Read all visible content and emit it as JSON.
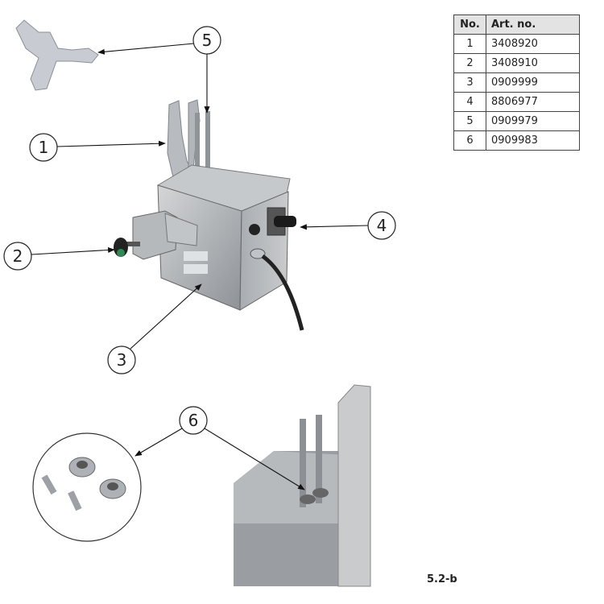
{
  "parts_table": {
    "headers": [
      "No.",
      "Art. no."
    ],
    "rows": [
      [
        "1",
        "3408920"
      ],
      [
        "2",
        "3408910"
      ],
      [
        "3",
        "0909999"
      ],
      [
        "4",
        "8806977"
      ],
      [
        "5",
        "0909979"
      ],
      [
        "6",
        "0909983"
      ]
    ]
  },
  "callouts": [
    "1",
    "2",
    "3",
    "4",
    "5",
    "6"
  ],
  "figure_label": "5.2-b"
}
